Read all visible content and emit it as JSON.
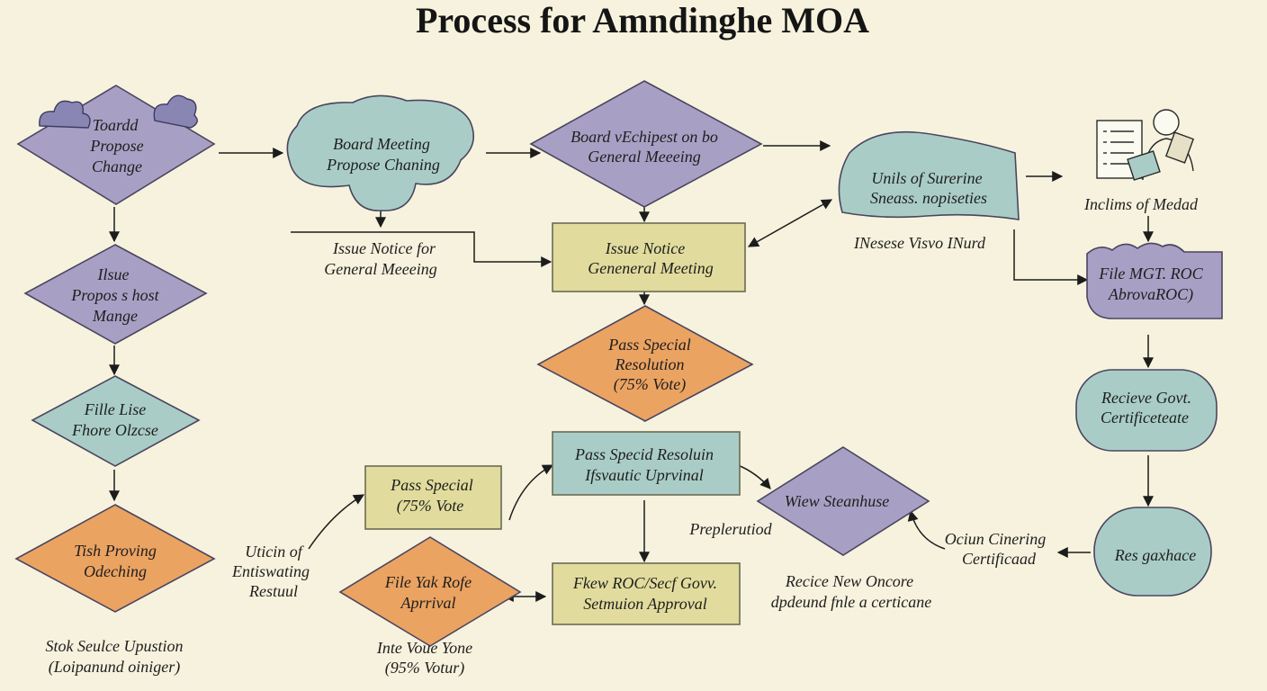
{
  "title": "Process for Amndinghe MOA",
  "nodes": {
    "board_propose": [
      "Toardd",
      "Propose",
      "Change"
    ],
    "issue_propose": [
      "Ilsue",
      "Propos s host",
      "Mange"
    ],
    "file_lise": [
      "Fille Lise",
      "Fhore Olzcse"
    ],
    "tish_prov": [
      "Tish Proving",
      "Odeching"
    ],
    "stock_note": [
      "Stok Seulce Upustion",
      "(Loipanund oiniger)"
    ],
    "board_meeting": [
      "Board Meeting",
      "Propose Chaning"
    ],
    "issue_notice_text": [
      "Issue Notice for",
      "General Meeeing"
    ],
    "uticin": [
      "Uticin of",
      "Entiswating",
      "Restuul"
    ],
    "pass_special_small": [
      "Pass Special",
      "(75% Vote"
    ],
    "file_yak": [
      "File Yak Rofe",
      "Aprrival"
    ],
    "inte_voue": [
      "Inte Voue Yone",
      "(95% Votur)"
    ],
    "board_eclipse": [
      "Board vEchipest on bo",
      "General Meeeing"
    ],
    "issue_notice_box": [
      "Issue Notice",
      "Geneneral Meeting"
    ],
    "pass_special_res": [
      "Pass Special",
      "Resolution",
      "(75% Vote)"
    ],
    "pass_sped_res": [
      "Pass Specid Resoluin",
      "Ifsvautic Uprvinal"
    ],
    "fkew_roc": [
      "Fkew ROC/Secf Govv.",
      "Setmuion Approval"
    ],
    "preplerutiod": [
      "Preplerutiod"
    ],
    "wiew": [
      "Wiew Steanhuse"
    ],
    "recice_new": [
      "Recice New Oncore",
      "dpdeund fnle a certicane"
    ],
    "units": [
      "Unils of Surerine",
      "Sneass. nopiseties"
    ],
    "inesese": [
      "INesese Visvo INurd"
    ],
    "inclines": [
      "Inclims of Medad"
    ],
    "file_mgt": [
      "File MGT. ROC",
      "AbrovaROC)"
    ],
    "recieve_govt": [
      "Recieve Govt.",
      "Certificeteate"
    ],
    "res_guxhace": [
      "Res gaxhace"
    ],
    "ociun": [
      "Ociun Cinering",
      "Certificaad"
    ]
  },
  "colors": {
    "background": "#f6f2dd",
    "purple": "#a8a0c4",
    "teal": "#a9cdc6",
    "orange": "#eba362",
    "khaki": "#e1dc9d",
    "line": "#1c1c1c"
  },
  "icons": [
    "document-user-icon"
  ]
}
